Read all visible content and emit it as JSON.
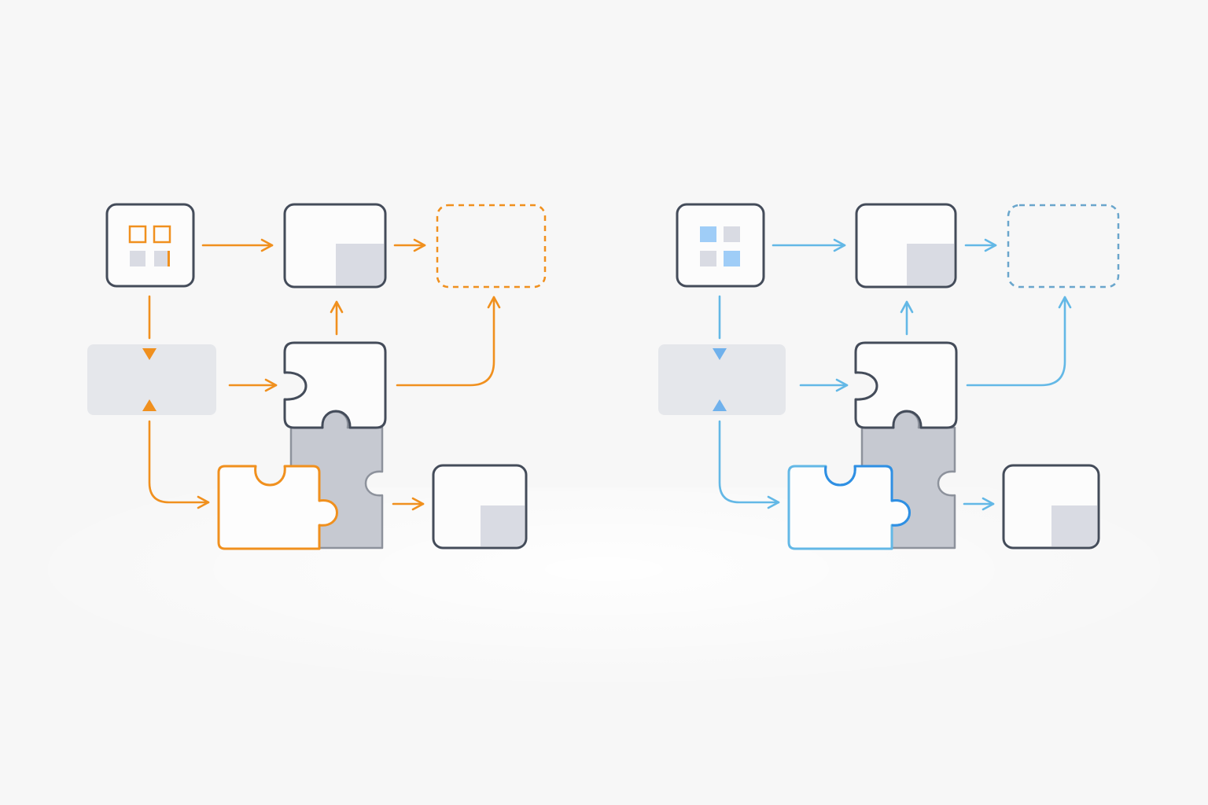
{
  "colors": {
    "background": "#f7f7f7",
    "node_stroke": "#444c5a",
    "node_fill": "#fcfcfc",
    "fill_gray": "#d9dbe3",
    "panel_gray": "#e5e7eb",
    "puzzle_gray": "#c6c9d1",
    "puzzle_gray_stroke": "#8d929c",
    "left_accent": "#f0901e",
    "right_accent": "#63b8e6",
    "right_accent_dashed": "#6aa6cc",
    "right_accent_dark": "#2f8fe3",
    "right_tile_blue": "#9fcdf7",
    "right_triangle": "#6fb1ec"
  },
  "diagrams": [
    {
      "variant": "orange",
      "accent_name": "orange",
      "icons": [
        "grid-icon",
        "puzzle-piece-icon",
        "arrow-icon"
      ]
    },
    {
      "variant": "blue",
      "accent_name": "blue",
      "icons": [
        "grid-icon",
        "puzzle-piece-icon",
        "arrow-icon"
      ]
    }
  ]
}
